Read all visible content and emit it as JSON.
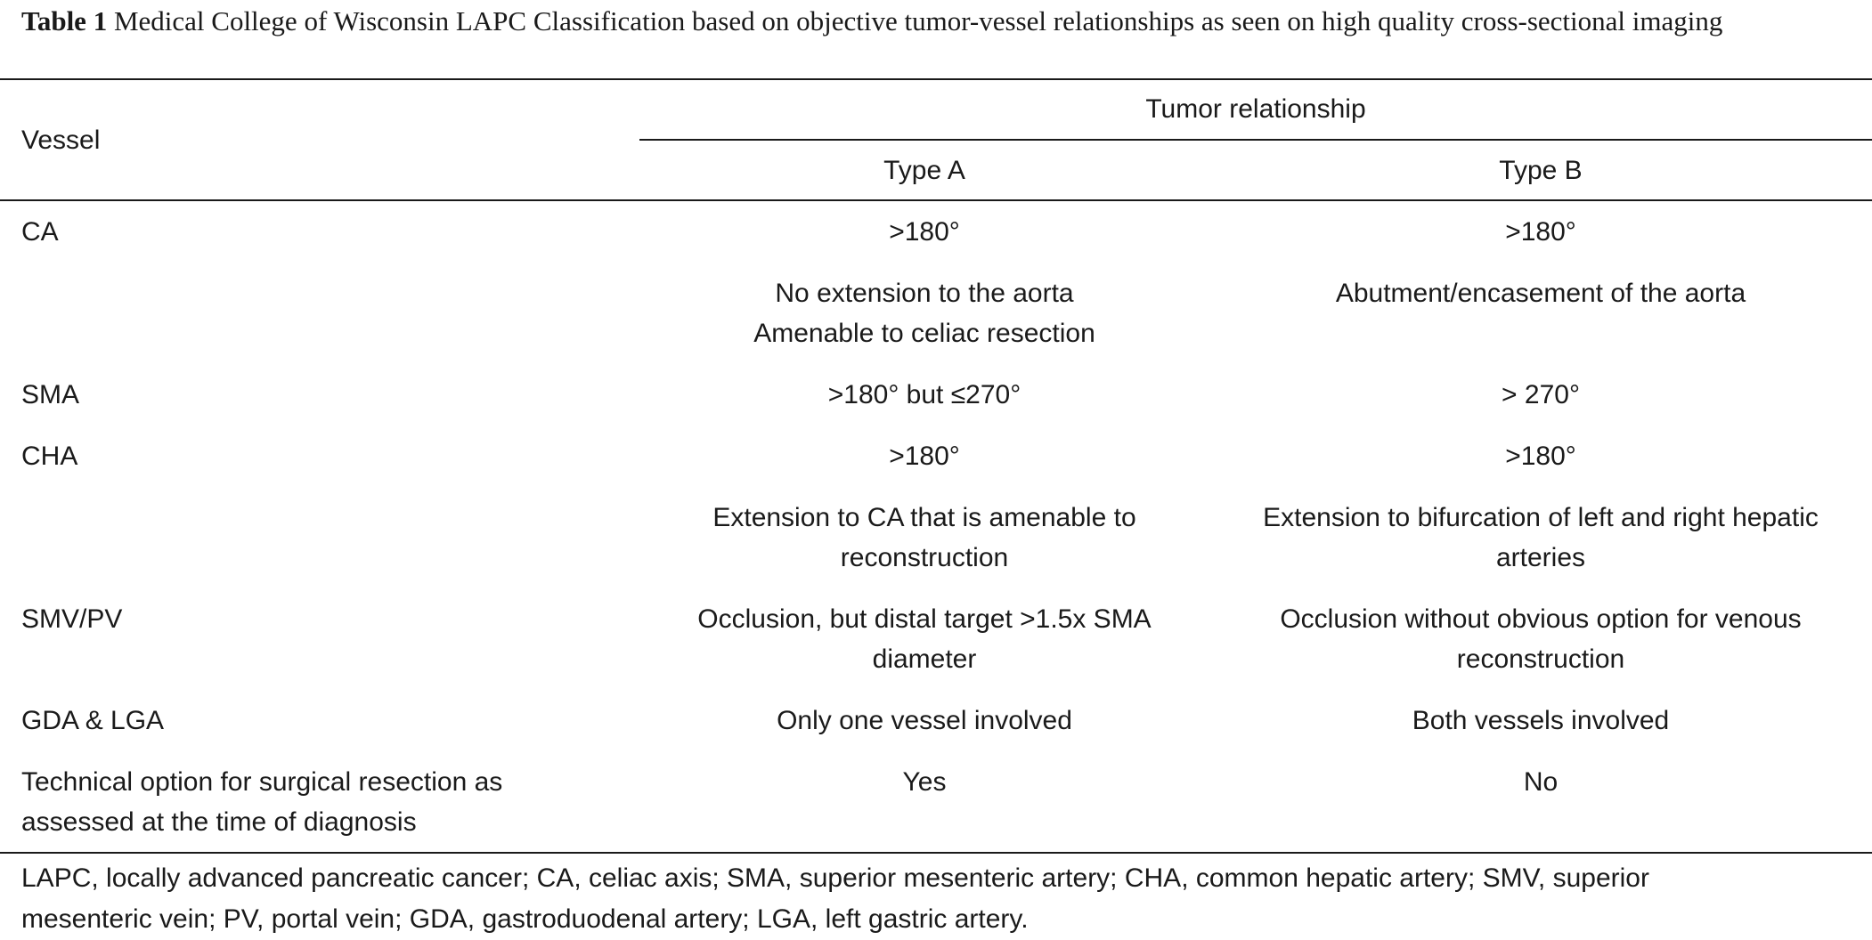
{
  "caption": {
    "label": "Table 1",
    "text": "Medical College of Wisconsin LAPC Classification based on objective tumor-vessel relationships as seen on high quality cross-sectional imaging"
  },
  "header": {
    "vessel": "Vessel",
    "group": "Tumor relationship",
    "type_a": "Type A",
    "type_b": "Type B"
  },
  "rows": [
    {
      "vessel": "CA",
      "type_a": ">180°",
      "type_b": ">180°"
    },
    {
      "vessel": "",
      "type_a_l1": "No extension to the aorta",
      "type_a_l2": "Amenable to celiac resection",
      "type_b": "Abutment/encasement of the aorta"
    },
    {
      "vessel": "SMA",
      "type_a": ">180° but ≤270°",
      "type_b": "> 270°"
    },
    {
      "vessel": "CHA",
      "type_a": ">180°",
      "type_b": ">180°"
    },
    {
      "vessel": "",
      "type_a_l1": "Extension to CA that is amenable to",
      "type_a_l2": "reconstruction",
      "type_b_l1": "Extension to bifurcation of left and right hepatic",
      "type_b_l2": "arteries"
    },
    {
      "vessel": "SMV/PV",
      "type_a_l1": "Occlusion, but distal target >1.5x SMA",
      "type_a_l2": "diameter",
      "type_b_l1": "Occlusion without obvious option for venous",
      "type_b_l2": "reconstruction"
    },
    {
      "vessel": "GDA & LGA",
      "type_a": "Only one vessel involved",
      "type_b": "Both vessels involved"
    },
    {
      "vessel_l1": "Technical option for surgical resection as",
      "vessel_l2": "assessed at the time of diagnosis",
      "type_a": "Yes",
      "type_b": "No"
    }
  ],
  "footnote": {
    "line1": "LAPC, locally advanced pancreatic cancer; CA, celiac axis; SMA, superior mesenteric artery; CHA, common hepatic artery; SMV, superior",
    "line2": "mesenteric vein; PV, portal vein; GDA, gastroduodenal artery; LGA, left gastric artery."
  }
}
